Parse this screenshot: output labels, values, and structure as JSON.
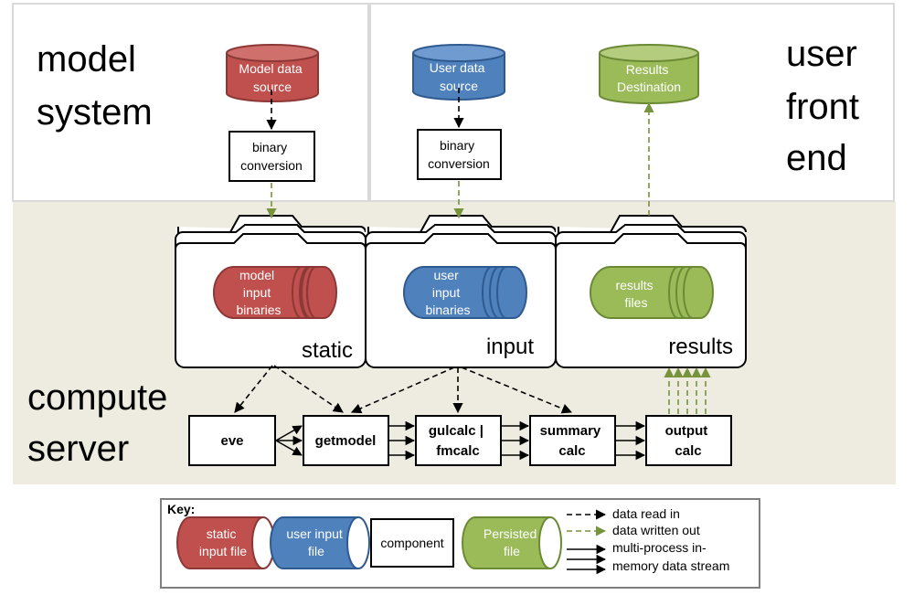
{
  "regions": {
    "model_system": "model system",
    "user_front_end": "user front end",
    "compute_server": "compute server"
  },
  "sources": {
    "model_data_source": "Model data source",
    "user_data_source": "User data source",
    "results_destination": "Results Destination"
  },
  "converters": {
    "model_binary_conversion": "binary conversion",
    "user_binary_conversion": "binary conversion"
  },
  "folders": {
    "static": "static",
    "input": "input",
    "results": "results"
  },
  "files": {
    "model_input_binaries": "model input binaries",
    "user_input_binaries": "user input binaries",
    "results_files": "results files"
  },
  "components": {
    "eve": "eve",
    "getmodel": "getmodel",
    "gulcalc": "gulcalc | fmcalc",
    "summary": "summary calc",
    "output": "output calc"
  },
  "key": {
    "title": "Key:",
    "static_input_file": "static input file",
    "user_input_file": "user input file",
    "component": "component",
    "persisted_file": "Persisted file",
    "data_read_in": "data read in",
    "data_written_out": "data written out",
    "multi_process_stream": "multi-process in-memory data stream"
  },
  "colors": {
    "model_red": "#c0504d",
    "user_blue": "#4f81bd",
    "results_green": "#9bbb59",
    "server_bg": "#eeece1",
    "arrow_dark": "#000000",
    "arrow_green": "#77933c"
  }
}
